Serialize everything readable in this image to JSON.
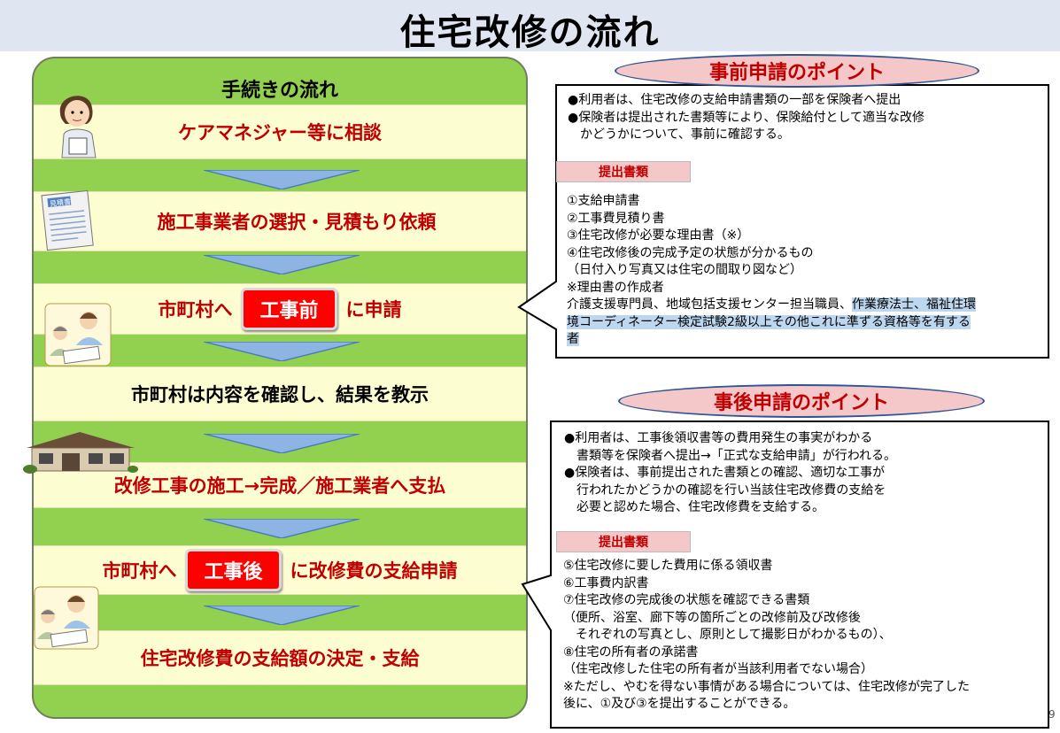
{
  "title": "住宅改修の流れ",
  "flow": {
    "header": "手続きの流れ",
    "steps": {
      "s1": "ケアマネジャー等に相談",
      "s2": "施工事業者の選択・見積もり依頼",
      "s3_pre": "市町村へ",
      "s3_badge": "工事前",
      "s3_post": "に申請",
      "s4": "市町村は内容を確認し、結果を教示",
      "s5": "改修工事の施工→完成／施工業者へ支払",
      "s6_pre": "市町村へ",
      "s6_badge": "工事後",
      "s6_post": "に改修費の支給申請",
      "s7": "住宅改修費の支給額の決定・支給"
    },
    "document_icon_text": "見積書"
  },
  "pre": {
    "heading": "事前申請のポイント",
    "bullets": [
      "●利用者は、住宅改修の支給申請書類の一部を保険者へ提出",
      "●保険者は提出された書類等により、保険給付として適当な改修",
      "　かどうかについて、事前に確認する。"
    ],
    "tag": "提出書類",
    "docs": [
      "①支給申請書",
      "②工事費見積り書",
      "③住宅改修が必要な理由書（※）",
      "④住宅改修後の完成予定の状態が分かるもの",
      "（日付入り写真又は住宅の間取り図など）",
      "※理由書の作成者"
    ],
    "author_line1_plain": "介護支援専門員、地域包括支援センター担当職員、",
    "author_line1_hl": "作業療法士、福祉住環",
    "author_line2_hl": "境コーディネーター検定試験2級以上その他これに準ずる資格等を有する",
    "author_line3_hl": "者"
  },
  "post": {
    "heading": "事後申請のポイント",
    "bullets": [
      "●利用者は、工事後領収書等の費用発生の事実がわかる",
      "　書類等を保険者へ提出→「正式な支給申請」が行われる。",
      "●保険者は、事前提出された書類との確認、適切な工事が",
      "　行われたかどうかの確認を行い当該住宅改修費の支給を",
      "　必要と認めた場合、住宅改修費を支給する。"
    ],
    "tag": "提出書類",
    "docs": [
      "⑤住宅改修に要した費用に係る領収書",
      "⑥工事費内訳書",
      "⑦住宅改修の完成後の状態を確認できる書類",
      "（便所、浴室、廊下等の箇所ごとの改修前及び改修後",
      "　それぞれの写真とし、原則として撮影日がわかるもの）、",
      "⑧住宅の所有者の承諾書",
      "（住宅改修した住宅の所有者が当該利用者でない場合）",
      "※ただし、やむを得ない事情がある場合については、住宅改修が完了した",
      "後に、①及び③を提出することができる。"
    ]
  },
  "page_number": "9",
  "colors": {
    "panel_green": "#92d050",
    "step_fill": "#fdfdd2",
    "accent_red": "#c00000",
    "badge_red": "#ff0000",
    "arrow_blue": "#8eb4e3",
    "pill_pink": "#f4c7c9",
    "highlight": "#bdd7ee"
  }
}
